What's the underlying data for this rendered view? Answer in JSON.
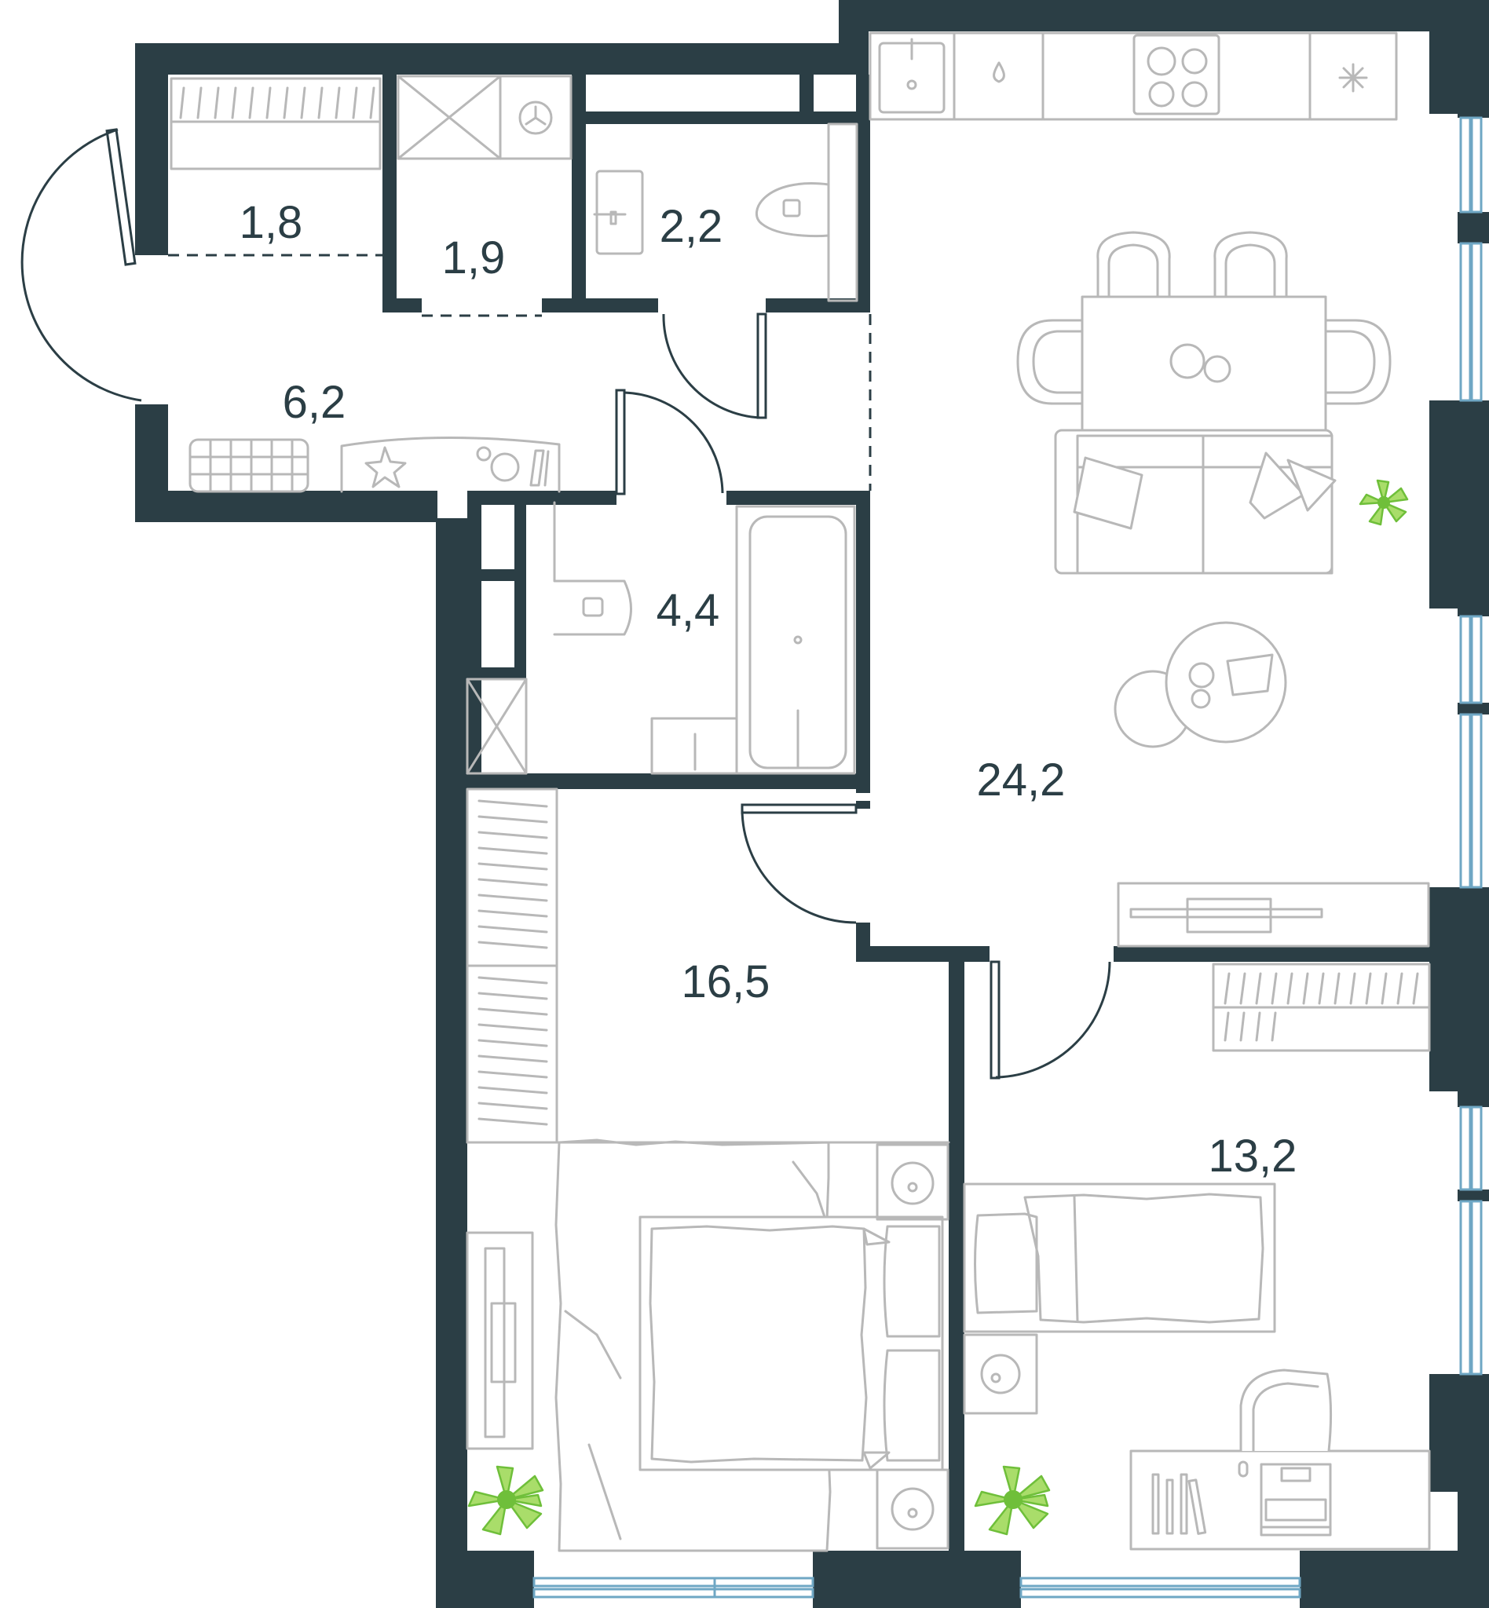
{
  "rooms": [
    {
      "id": "storage",
      "area": "1,8"
    },
    {
      "id": "laundry",
      "area": "1,9"
    },
    {
      "id": "toilet",
      "area": "2,2"
    },
    {
      "id": "hallway",
      "area": "6,2"
    },
    {
      "id": "bathroom",
      "area": "4,4"
    },
    {
      "id": "living-kitchen",
      "area": "24,2"
    },
    {
      "id": "bedroom-main",
      "area": "16,5"
    },
    {
      "id": "bedroom-small",
      "area": "13,2"
    }
  ],
  "colors": {
    "wall": "#2b3e45",
    "furniture": "#b8b8b8",
    "window": "#6fa7c4",
    "plant": "#6fbf3a"
  }
}
